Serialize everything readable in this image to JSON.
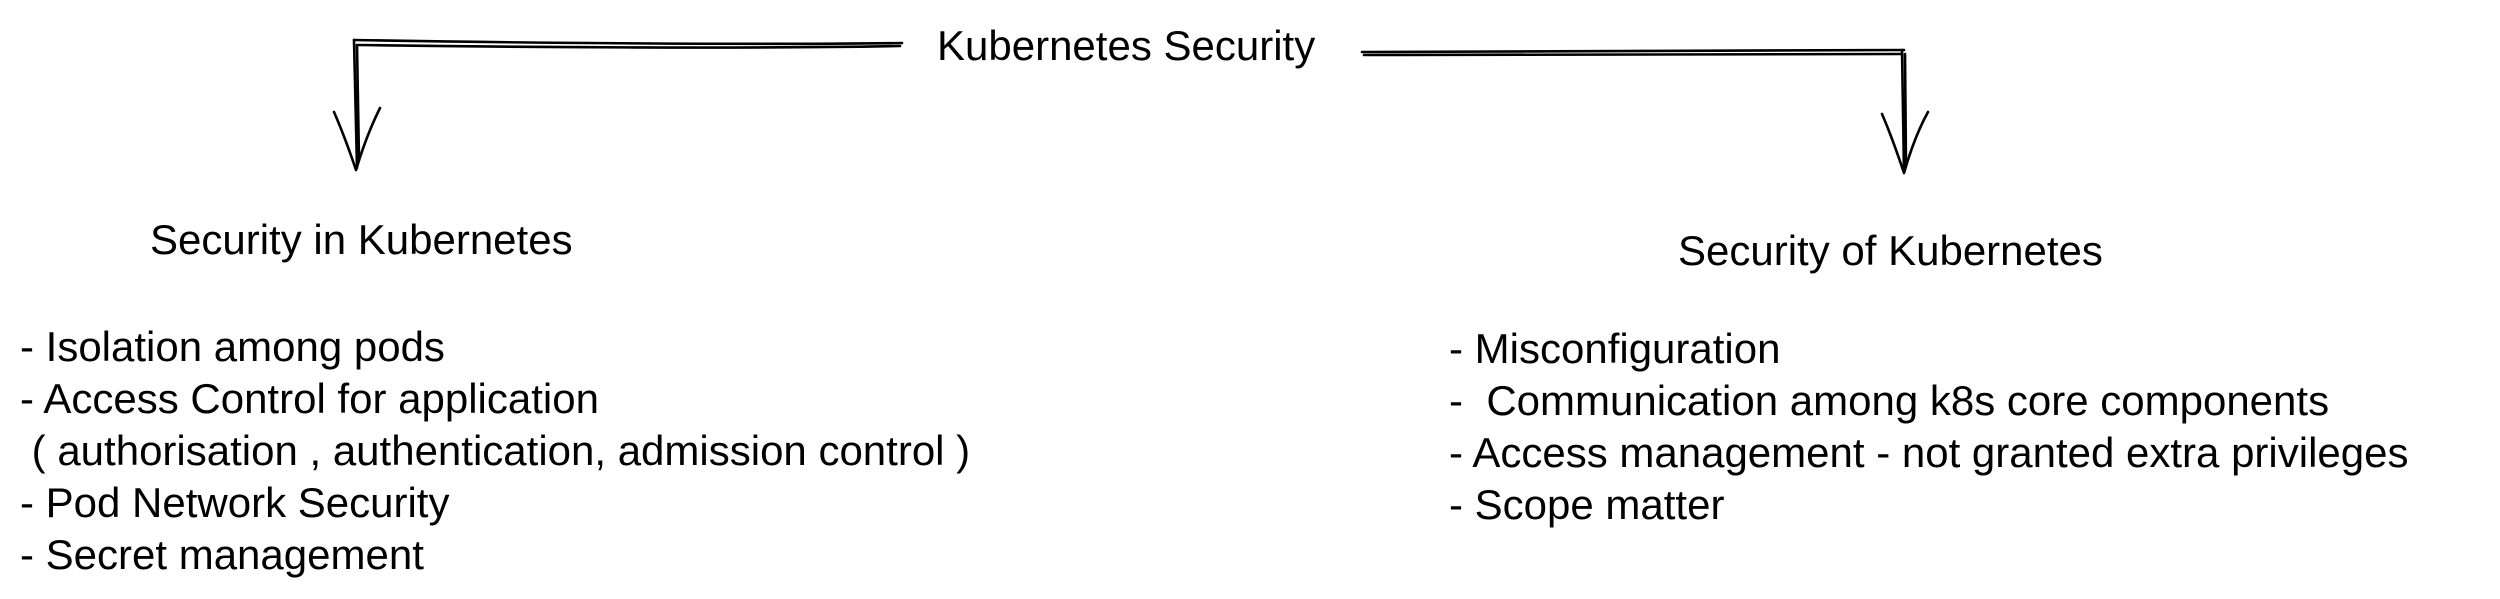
{
  "diagram": {
    "title": "Kubernetes Security",
    "left": {
      "heading": "Security in Kubernetes",
      "items": [
        "- Isolation among pods",
        "- Access Control for application",
        " ( authorisation , authentication, admission control )",
        "- Pod Network Security",
        "- Secret management"
      ]
    },
    "right": {
      "heading": "Security of Kubernetes",
      "items": [
        "- Misconfiguration",
        "-  Communication among k8s core components",
        "- Access management - not granted extra privileges",
        "- Scope matter"
      ]
    },
    "stroke_color": "#000000",
    "text_color": "#000000"
  }
}
